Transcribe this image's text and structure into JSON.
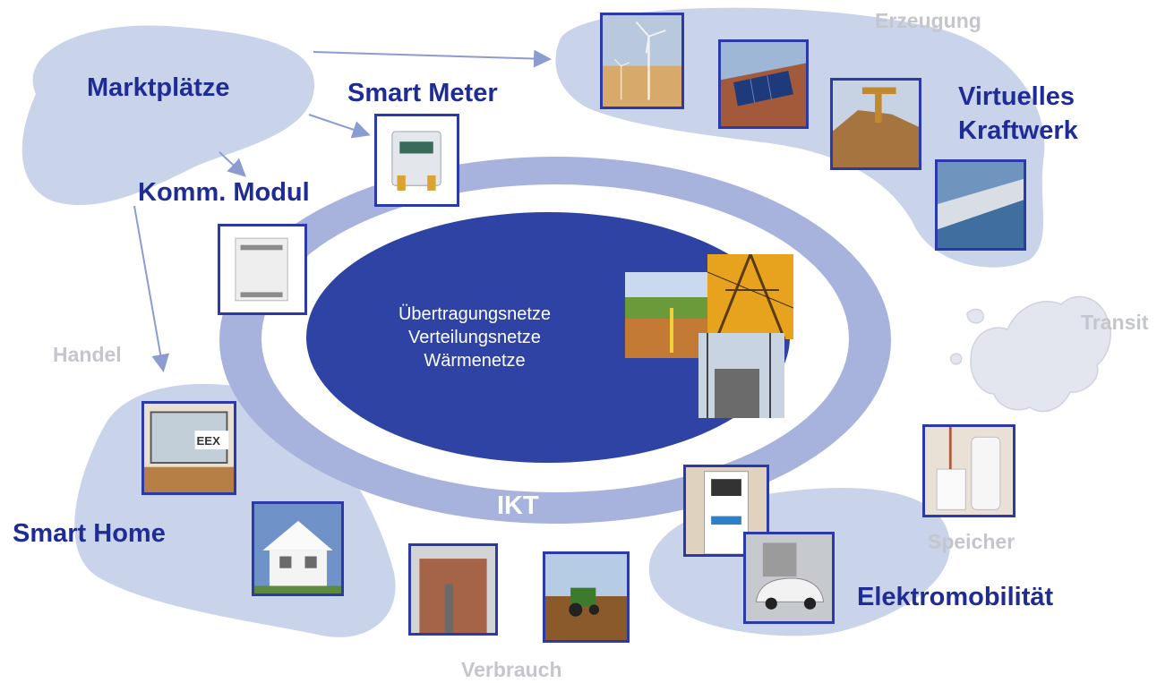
{
  "nodes": {
    "marktplaetze": "Marktplätze",
    "smart_meter": "Smart Meter",
    "komm_modul": "Komm. Modul",
    "virtuelles_kraftwerk": [
      "Virtuelles",
      "Kraftwerk"
    ],
    "smart_home": "Smart Home",
    "elektromobilitaet": "Elektromobilität",
    "ikt": "IKT"
  },
  "categories": {
    "erzeugung": "Erzeugung",
    "transit": "Transit",
    "handel": "Handel",
    "speicher": "Speicher",
    "verbrauch": "Verbrauch"
  },
  "center": {
    "lines": [
      "Übertragungsnetze",
      "Verteilungsnetze",
      "Wärmenetze"
    ]
  },
  "photo_texts": {
    "eex": "EEX"
  },
  "colors": {
    "ellipse_dark": "#2e43a3",
    "ring_light": "#a7b3dc",
    "blob_light": "#c9d3ea",
    "frame": "#2b3aa8",
    "label_blue": "#1f2c96",
    "label_gray": "#c4c6cc"
  }
}
